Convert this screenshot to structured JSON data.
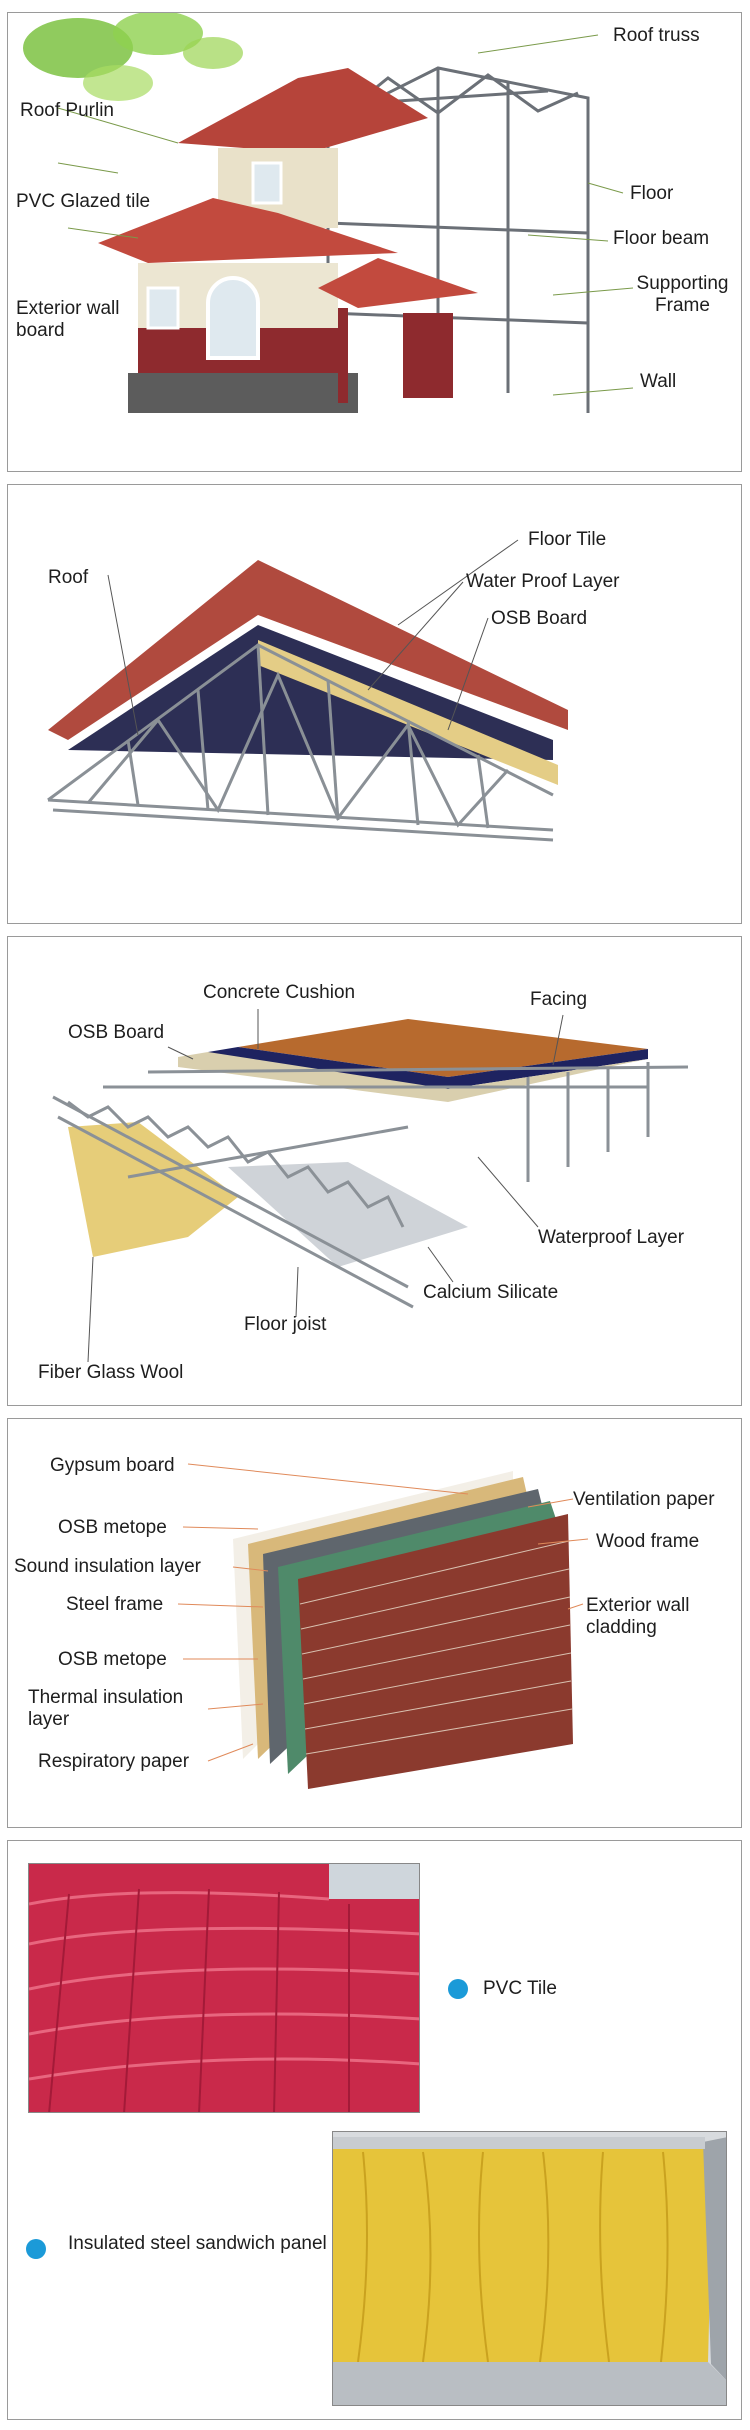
{
  "house": {
    "labels": {
      "roof_truss": "Roof truss",
      "roof_purlin": "Roof Purlin",
      "pvc_glazed_tile": "PVC Glazed tile",
      "exterior_wall_board": "Exterior wall board",
      "floor": "Floor",
      "floor_beam": "Floor beam",
      "supporting_frame": "Supporting Frame",
      "wall": "Wall"
    }
  },
  "roof": {
    "labels": {
      "roof": "Roof",
      "floor_tile": "Floor Tile",
      "water_proof_layer": "Water Proof Layer",
      "osb_board": "OSB Board"
    }
  },
  "floor": {
    "labels": {
      "concrete_cushion": "Concrete Cushion",
      "facing": "Facing",
      "osb_board": "OSB Board",
      "waterproof_layer": "Waterproof Layer",
      "calcium_silicate": "Calcium Silicate",
      "floor_joist": "Floor joist",
      "fiber_glass_wool": "Fiber Glass Wool"
    }
  },
  "wall": {
    "labels": {
      "gypsum_board": "Gypsum board",
      "osb_metope_top": "OSB metope",
      "sound_insulation_layer": "Sound insulation layer",
      "steel_frame": "Steel frame",
      "osb_metope_bottom": "OSB metope",
      "thermal_insulation_layer": "Thermal insulation layer",
      "respiratory_paper": "Respiratory paper",
      "ventilation_paper": "Ventilation paper",
      "wood_frame": "Wood frame",
      "exterior_wall_cladding": "Exterior wall cladding"
    }
  },
  "materials": {
    "pvc_tile": "PVC Tile",
    "sandwich_panel": "Insulated steel sandwich panel"
  },
  "colors": {
    "roof_red": "#b6443a",
    "tile_red": "#c9294a",
    "bullet_blue": "#1b9ad8",
    "steel_gray": "#9aa0a6",
    "osb_tan": "#d8b87a",
    "brick": "#8b3a2e",
    "wool_yellow": "#e8c23a"
  }
}
